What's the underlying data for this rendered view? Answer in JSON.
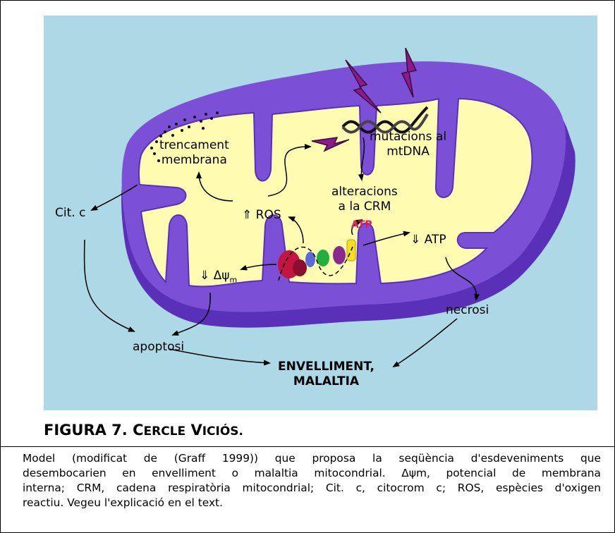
{
  "labels": {
    "trencament_1": "trencament",
    "trencament_2": "membrana",
    "mutacions_1": "mutacions al",
    "mutacions_2": "mtDNA",
    "alteracions_1": "alteracions",
    "alteracions_2": "a la CRM",
    "cit_c": "Cit. c",
    "ros": "⇑ ROS",
    "atp_red": "ATP",
    "atp_down": "⇓ ATP",
    "dpsi_prefix": "⇓ Δψ",
    "dpsi_sub": "m",
    "necrosi": "necrosi",
    "apoptosi": "apoptosi",
    "envelliment_1": "ENVELLIMENT,",
    "envelliment_2": "MALALTIA"
  },
  "figure": {
    "number": "FIGURA 7.",
    "title_c": "C",
    "title_rest": "ERCLE",
    "title_v": "V",
    "title_rest2": "ICIÓS."
  },
  "caption_lines": [
    "Model (modificat de (Graff 1999)) que proposa la seqüència d'esdeveniments que",
    "desembocarien en envelliment o malaltia mitocondrial. Δψm, potencial de membrana",
    "interna; CRM, cadena respiratòria mitocondrial; Cit. c, citocrom c; ROS, espècies d'oxigen",
    "reactiu. Vegeu l'explicació en el text."
  ],
  "colors": {
    "background_panel": "#add8e6",
    "outer_membrane": "#7b4fd6",
    "outer_membrane_dark": "#5a30b8",
    "matrix": "#fffbb0",
    "lightning": "#8b1a8b",
    "atp_text": "#e8175d"
  }
}
